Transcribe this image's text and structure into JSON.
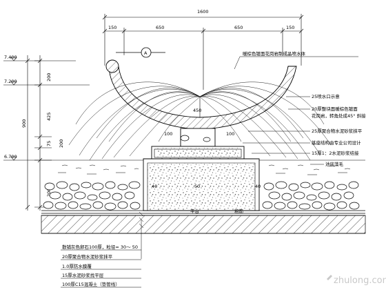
{
  "dimensions_top": {
    "overall": "1600",
    "segments": [
      "150",
      "650",
      "650",
      "150"
    ]
  },
  "dimensions_left": {
    "segments": [
      "200",
      "425",
      "75",
      "200"
    ],
    "overall": "900",
    "mid_200": "200"
  },
  "dimensions_inner": {
    "d450": "450",
    "d100_left": "100",
    "d100_right": "100",
    "d40": "40",
    "d40_right": "40",
    "d50": "50"
  },
  "elevations": [
    "7.400",
    "7.200",
    "6.700"
  ],
  "detail_marker": "A",
  "labels_right": [
    "暖棕色镀面花岗岩制成晶喷水体",
    "25喷水口示意",
    "20厚整块面暖棕色镀面",
    "花岗岩，转角处成45° 斜接",
    "25厚聚合物水泥砂浆抹平",
    "基座结构由专业公司设计",
    "15厚1：2水泥砂浆结接",
    "池底藻毛"
  ],
  "labels_bottom": [
    "散铺灰色卵石100厚，粒径= 30～ 50",
    "20厚聚合物水泥砂浆抹平",
    "1.0厚防水膜覆",
    "15厚水泥砂浆找平层",
    "100厚C15混凝土（垫管线）"
  ],
  "base_labels": [
    "平台",
    "粗筋"
  ],
  "watermark": "zhulong.com"
}
